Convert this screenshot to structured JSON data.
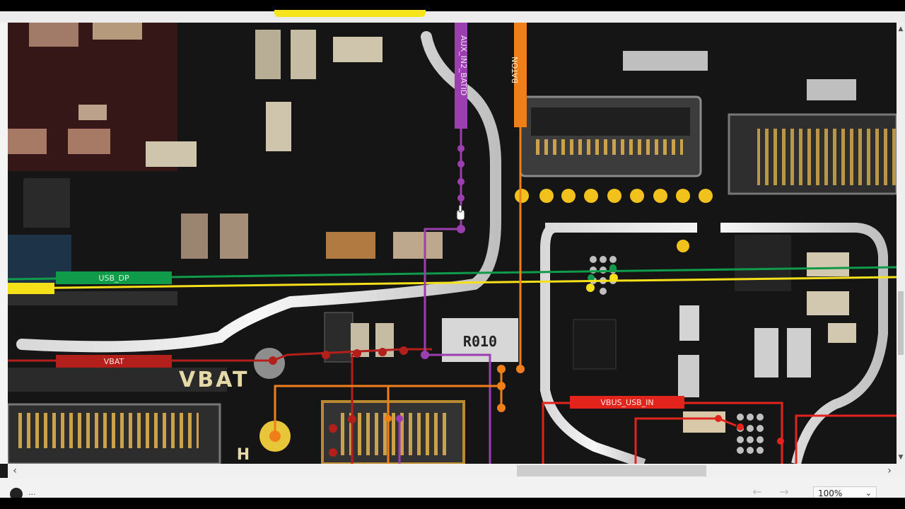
{
  "board": {
    "silkscreen": {
      "vbat": "VBAT",
      "resistor": "R010",
      "h_mark": "H"
    },
    "nets": {
      "usb_dp": "USB_DP",
      "vbat": "VBAT",
      "vbus_usb_in": "VBUS_USB_IN",
      "aux_in2_batid": "AUX_IN2_BATID",
      "baton": "BATON"
    },
    "net_colors": {
      "usb_dp": "#0f9b4a",
      "usb_dm": "#f5e01a",
      "vbat": "#b3201c",
      "vbus_usb_in": "#e3241c",
      "aux_in2_batid": "#9b3fb0",
      "baton": "#f07f1a"
    }
  },
  "scrollbars": {
    "left_arrow": "‹",
    "right_arrow": "›",
    "up_arrow": "▲",
    "down_arrow": "▼"
  },
  "status": {
    "ellipsis": "...",
    "back": "←",
    "forward": "→",
    "zoom": "100%",
    "zoom_chevron": "⌄"
  }
}
